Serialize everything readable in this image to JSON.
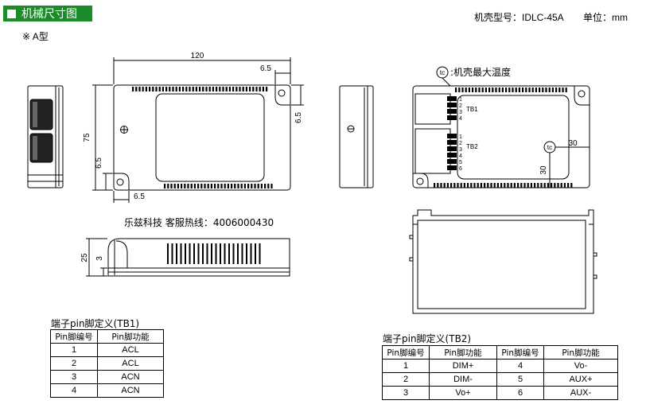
{
  "header": {
    "title": "机械尺寸图",
    "model": "机壳型号：IDLC-45A",
    "unit": "单位：mm",
    "type_mark": "※ A型"
  },
  "dimensions": {
    "length": "120",
    "width": "75",
    "height": "25",
    "hole_offset_top": "6.5",
    "hole_offset_right": "6.5",
    "hole_offset_left": "6.5",
    "hole_offset_bottom": "6.5",
    "side_step": "3",
    "tc_x": "30",
    "tc_y": "30"
  },
  "annotations": {
    "tc_symbol": "tc",
    "tc_label": ":机壳最大温度",
    "tb1_label": "TB1",
    "tb2_label": "TB2",
    "tb1_pins": [
      "1",
      "2",
      "3",
      "4"
    ],
    "tb2_pins": [
      "1",
      "2",
      "3",
      "4",
      "5",
      "6"
    ],
    "hotline": "乐兹科技 客服热线：4006000430"
  },
  "tb1_table": {
    "title": "端子pin脚定义(TB1)",
    "headers": [
      "Pin脚编号",
      "Pin脚功能"
    ],
    "rows": [
      [
        "1",
        "ACL"
      ],
      [
        "2",
        "ACL"
      ],
      [
        "3",
        "ACN"
      ],
      [
        "4",
        "ACN"
      ]
    ]
  },
  "tb2_table": {
    "title": "端子pin脚定义(TB2)",
    "headers": [
      "Pin脚编号",
      "Pin脚功能",
      "Pin脚编号",
      "Pin脚功能"
    ],
    "rows": [
      [
        "1",
        "DIM+",
        "4",
        "Vo-"
      ],
      [
        "2",
        "DIM-",
        "5",
        "AUX+"
      ],
      [
        "3",
        "Vo+",
        "6",
        "AUX-"
      ]
    ]
  },
  "colors": {
    "title_bg": "#1c8c2a",
    "line": "#000000"
  }
}
